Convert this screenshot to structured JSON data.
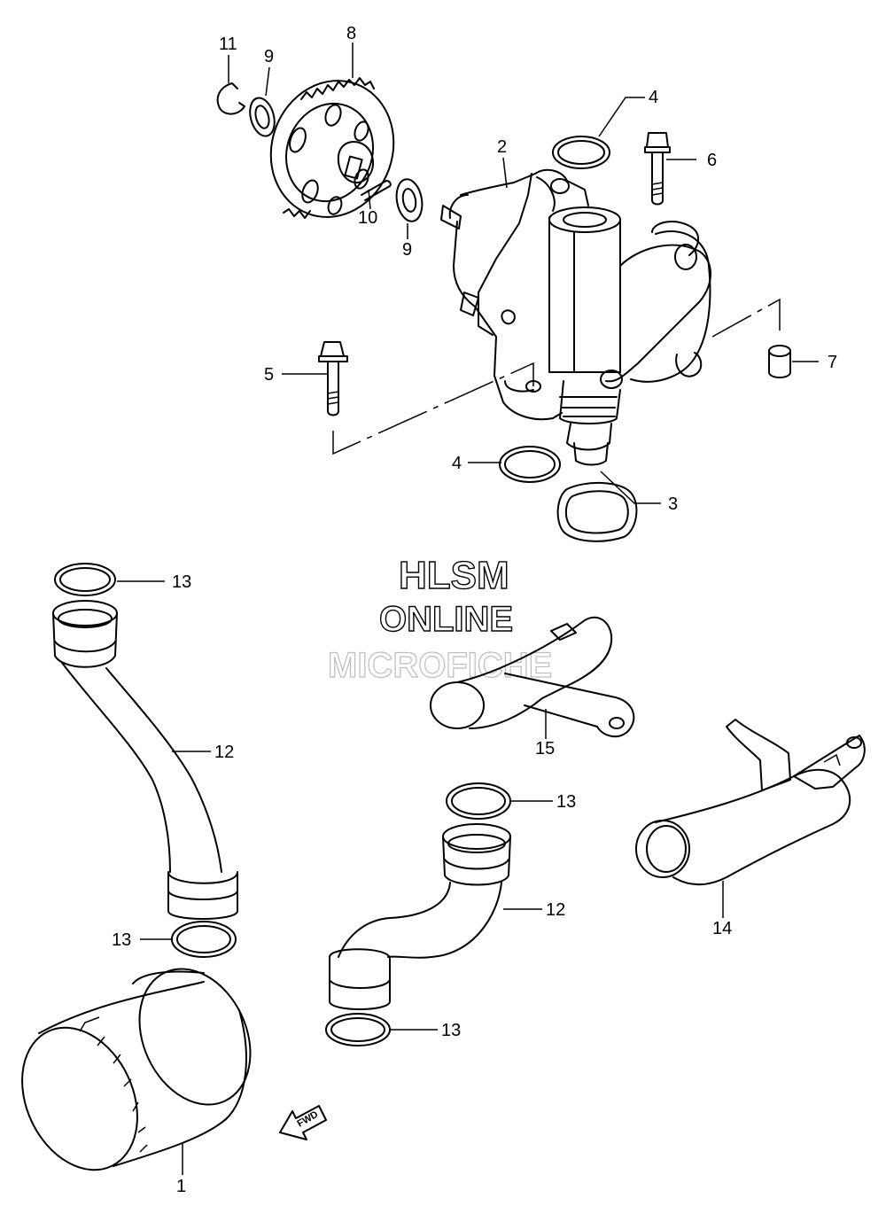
{
  "watermark": {
    "line1": "HLSM",
    "line2": "ONLINE",
    "line3": "MICROFICHE"
  },
  "fwd_marker": "FWD",
  "callouts": {
    "c1": "1",
    "c2": "2",
    "c3": "3",
    "c4a": "4",
    "c4b": "4",
    "c5": "5",
    "c6": "6",
    "c7": "7",
    "c8": "8",
    "c9a": "9",
    "c9b": "9",
    "c10": "10",
    "c11": "11",
    "c12a": "12",
    "c12b": "12",
    "c13a": "13",
    "c13b": "13",
    "c13c": "13",
    "c13d": "13",
    "c14": "14",
    "c15": "15"
  }
}
